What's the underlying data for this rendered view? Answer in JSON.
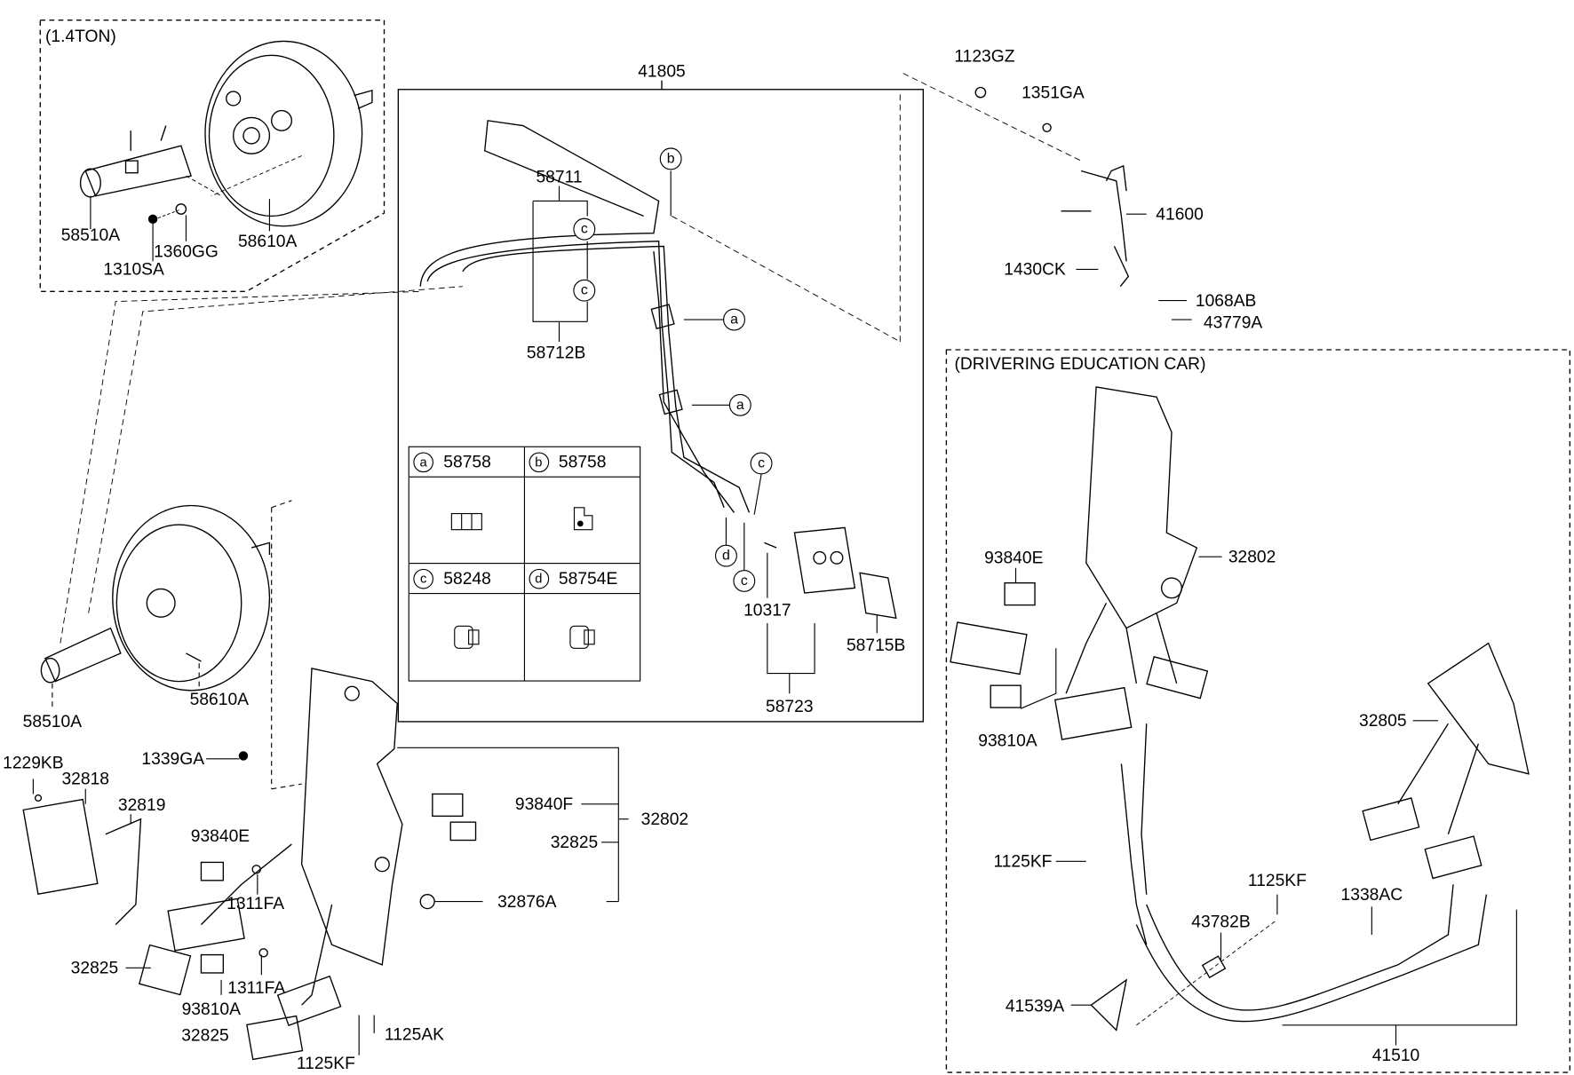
{
  "sections": {
    "ton": {
      "title": "(1.4TON)",
      "labels": [
        "58510A",
        "1360GG",
        "58610A",
        "1310SA"
      ]
    },
    "brake_lines": {
      "assembly": "41805",
      "labels": [
        "58711",
        "58712B",
        "10317",
        "58715B",
        "58723"
      ],
      "callouts": [
        "b",
        "c",
        "c",
        "a",
        "a",
        "c",
        "d",
        "c"
      ]
    },
    "legend": [
      {
        "key": "a",
        "part": "58758"
      },
      {
        "key": "b",
        "part": "58758"
      },
      {
        "key": "c",
        "part": "58248"
      },
      {
        "key": "d",
        "part": "58754E"
      }
    ],
    "clutch_master": {
      "labels": [
        "1123GZ",
        "1351GA",
        "41600",
        "1430CK",
        "1068AB",
        "43779A"
      ]
    },
    "pedal_main": {
      "labels": [
        "58510A",
        "58610A",
        "1229KB",
        "32818",
        "32819",
        "1339GA",
        "93840E",
        "1311FA",
        "32825",
        "93810A",
        "1311FA",
        "32825",
        "1125KF",
        "1125AK",
        "93840F",
        "32825",
        "32802",
        "32876A"
      ]
    },
    "education": {
      "title": "(DRIVERING EDUCATION CAR)",
      "labels": [
        "32802",
        "93840E",
        "93810A",
        "32805",
        "1125KF",
        "1125KF",
        "1338AC",
        "43782B",
        "41539A",
        "41510"
      ]
    }
  }
}
